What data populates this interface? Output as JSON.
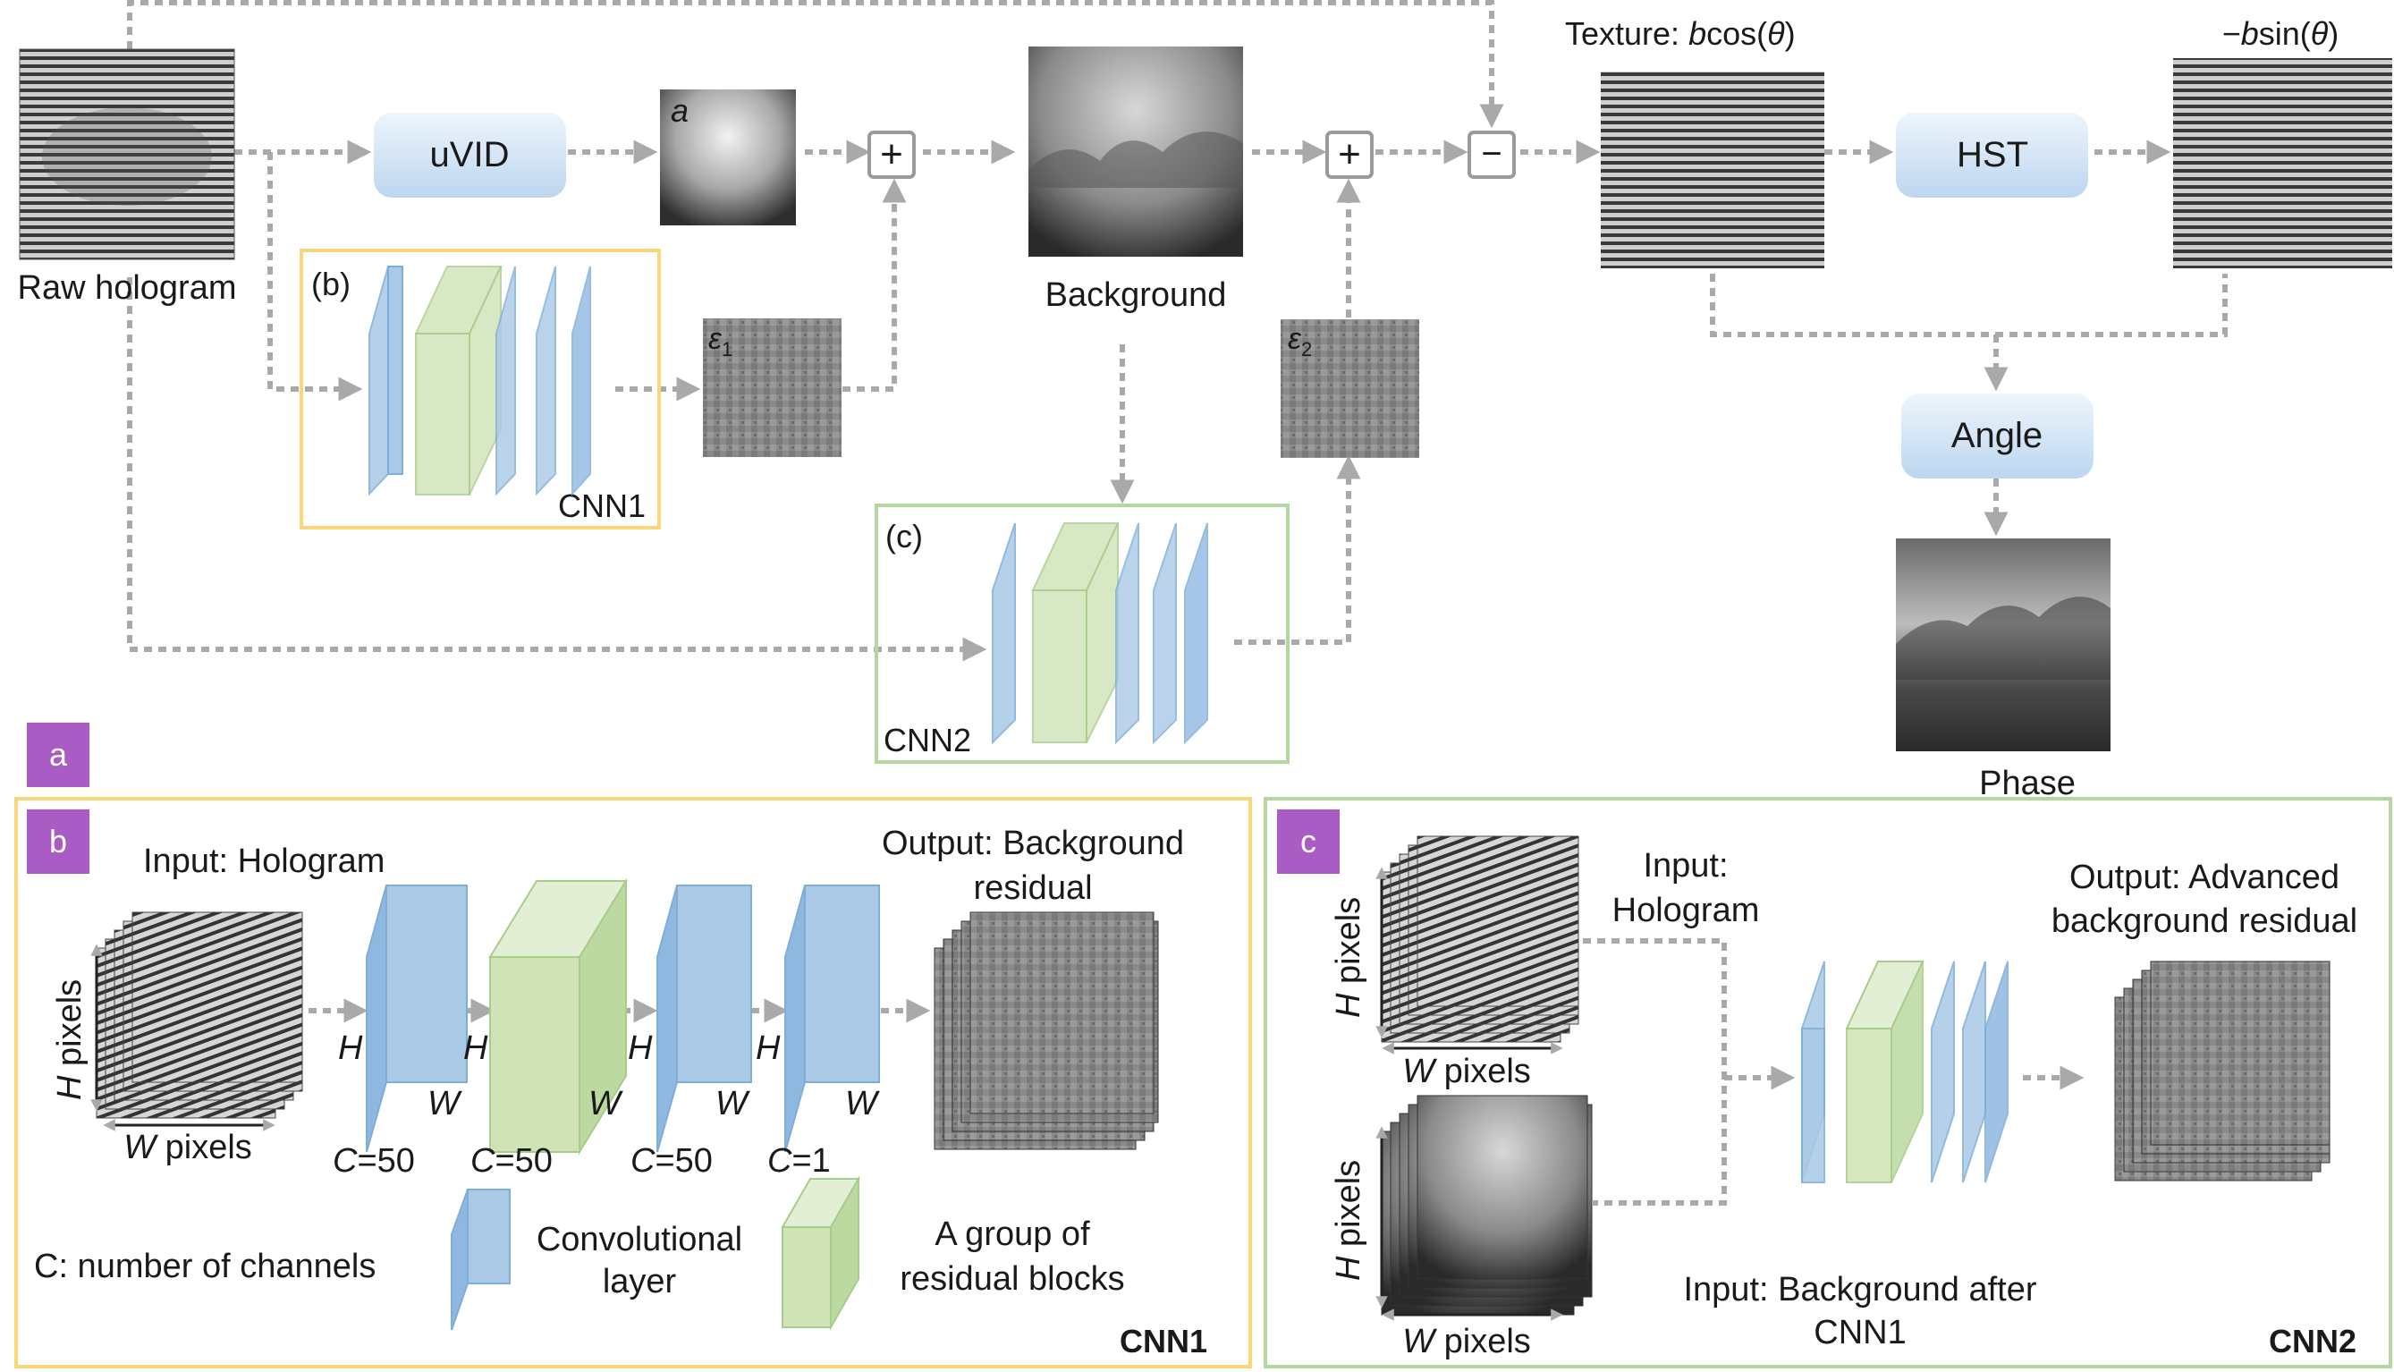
{
  "raw_hologram_label": "Raw hologram",
  "uvid_label": "uVID",
  "hst_label": "HST",
  "angle_label": "Angle",
  "phase_label": "Phase",
  "background_label": "Background",
  "texture_label_prefix": "Texture: ",
  "texture_label_b": "b",
  "texture_label_cos": "cos(",
  "texture_label_theta": "θ",
  "texture_label_close": ")",
  "neg_b_sin_minus": "−",
  "neg_b_sin_b": "b",
  "neg_b_sin_sin": "sin(",
  "neg_b_sin_theta": "θ",
  "neg_b_sin_close": ")",
  "a_italic": "a",
  "eps_symbol": "ε",
  "eps1_sub": "1",
  "eps2_sub": "2",
  "plus_symbol": "+",
  "minus_symbol": "−",
  "cnn1_tag": "(b)",
  "cnn1_label": "CNN1",
  "cnn2_tag": "(c)",
  "cnn2_label": "CNN2",
  "panel_a_badge": "a",
  "panel_b": {
    "badge": "b",
    "input_label": "Input: Hologram",
    "output_line1": "Output: Background",
    "output_line2": "residual",
    "h_axis": "H",
    "pixels": " pixels",
    "w_axis": "W",
    "layer_h": "H",
    "layer_w": "W",
    "c_sym": "C",
    "c_values": [
      "=50",
      "=50",
      "=50",
      "=1"
    ],
    "legend_channels": "C: number of channels",
    "legend_conv_line1": "Convolutional",
    "legend_conv_line2": "layer",
    "legend_res_line1": "A group of",
    "legend_res_line2": "residual blocks",
    "title": "CNN1"
  },
  "panel_c": {
    "badge": "c",
    "input1_line1": "Input:",
    "input1_line2": "Hologram",
    "input2_line1": "Input: Background after",
    "input2_line2": "CNN1",
    "output_line1": "Output: Advanced",
    "output_line2": "background residual",
    "h_axis": "H",
    "pixels": " pixels",
    "w_axis": "W",
    "title": "CNN2"
  },
  "colors": {
    "yellow_frame": "#f7d77a",
    "green_frame": "#b5d6a0",
    "purple_badge": "#a85cc4",
    "conv_layer": "#a9c9e6",
    "residual_group": "#cfe3b6",
    "arrow_gray": "#a9a9a9",
    "node_box": "#cde0f3"
  }
}
